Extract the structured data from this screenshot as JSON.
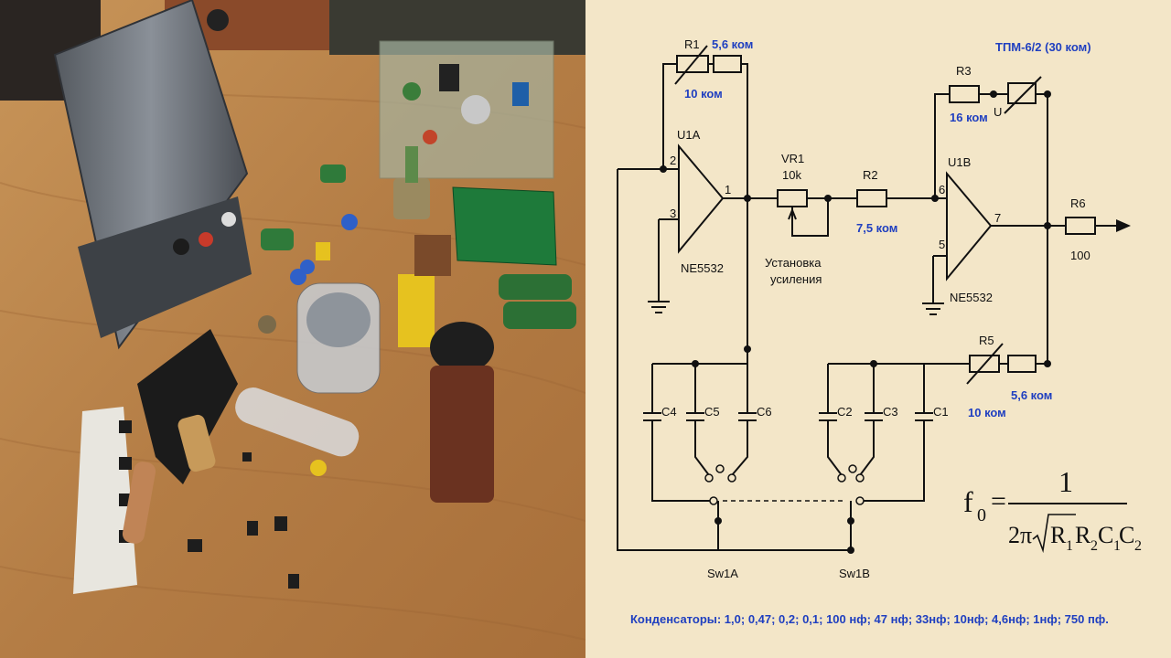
{
  "schematic": {
    "components": {
      "r1": {
        "name": "R1",
        "value_fixed": "5,6 ком",
        "value_var": "10 ком"
      },
      "r2": {
        "name": "R2",
        "value": "7,5 ком"
      },
      "r3": {
        "name": "R3",
        "value": "16 ком",
        "pot_name": "ТПМ-6/2 (30 ком)",
        "pot_mark": "U"
      },
      "r5": {
        "name": "R5",
        "value_var": "10 ком",
        "value_fixed": "5,6 ком"
      },
      "r6": {
        "name": "R6",
        "value": "100"
      },
      "vr1": {
        "name": "VR1",
        "value": "10k",
        "caption_1": "Установка",
        "caption_2": "усиления"
      },
      "u1a": {
        "name": "U1A",
        "part": "NE5532",
        "pin_in_neg": "2",
        "pin_in_pos": "3",
        "pin_out": "1"
      },
      "u1b": {
        "name": "U1B",
        "part": "NE5532",
        "pin_in_neg": "6",
        "pin_in_pos": "5",
        "pin_out": "7"
      },
      "caps_left": [
        "C4",
        "C5",
        "C6"
      ],
      "caps_right": [
        "C2",
        "C3",
        "C1"
      ],
      "switches": {
        "a": "Sw1A",
        "b": "Sw1B"
      }
    },
    "formula": {
      "lhs": "f",
      "lhs_sub": "0",
      "eq": "=",
      "numerator": "1",
      "two_pi": "2π",
      "r1": "R",
      "r1_sub": "1",
      "r2": "R",
      "r2_sub": "2",
      "c1": "C",
      "c1_sub": "1",
      "c2": "C",
      "c2_sub": "2"
    },
    "footer_note": "Конденсаторы: 1,0; 0,47; 0,2; 0,1; 100 нф; 47 нф; 33нф; 10нф; 4,6нф; 1нф; 750 пф."
  },
  "colors": {
    "paper": "#f3e6c8",
    "ink": "#111111",
    "value_blue": "#1f3fc0",
    "wood": "#b9824a"
  }
}
